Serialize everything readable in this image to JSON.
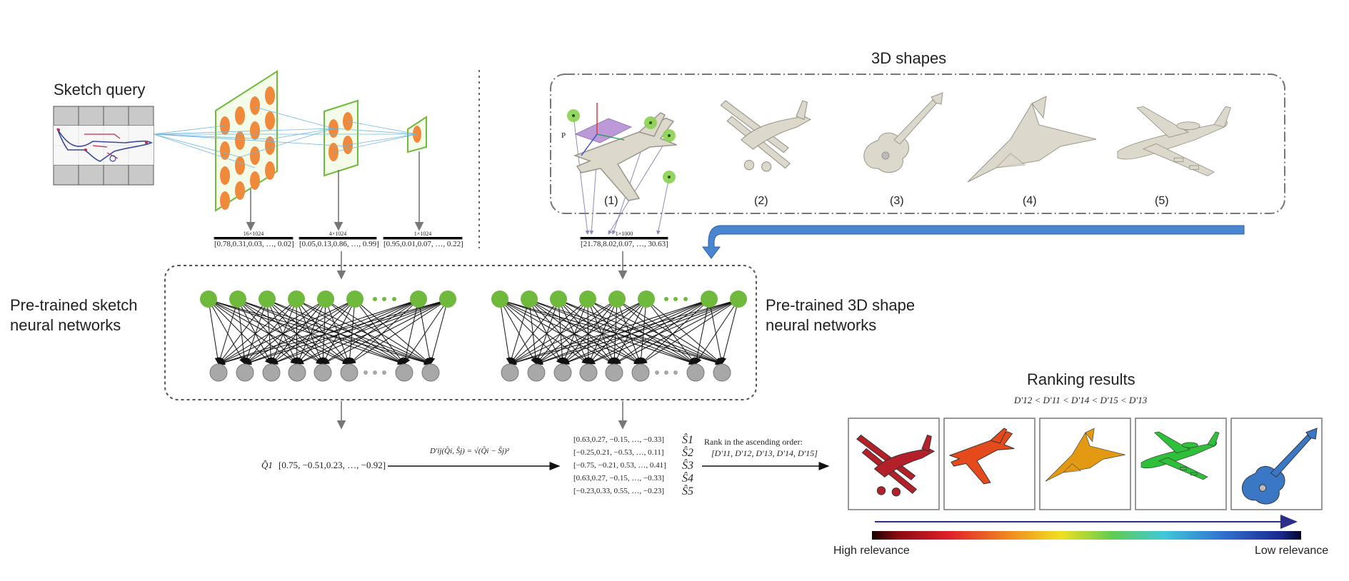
{
  "labels": {
    "sketch_query": "Sketch query",
    "shapes_3d": "3D shapes",
    "sketch_nn_line1": "Pre-trained sketch",
    "sketch_nn_line2": "neural networks",
    "shape_nn_line1": "Pre-trained 3D shape",
    "shape_nn_line2": "neural networks",
    "ranking_results": "Ranking results",
    "ranking_formula": "D′12 < D′11 < D′14 < D′15 < D′13",
    "high_relevance": "High relevance",
    "low_relevance": "Low relevance",
    "plane_label": "P"
  },
  "shapes": [
    {
      "number": "(1)",
      "kind": "jet"
    },
    {
      "number": "(2)",
      "kind": "biplane"
    },
    {
      "number": "(3)",
      "kind": "guitar"
    },
    {
      "number": "(4)",
      "kind": "stealth-jet"
    },
    {
      "number": "(5)",
      "kind": "airliner"
    }
  ],
  "feature_vectors": [
    {
      "dim": "16×1024",
      "vector": "[0.78,0.31,0.03, …, 0.02]"
    },
    {
      "dim": "4×1024",
      "vector": "[0.05,0.13,0.86, …, 0.99]"
    },
    {
      "dim": "1×1024",
      "vector": "[0.95,0.01,0.07, …, 0.22]"
    }
  ],
  "shape_vector": {
    "dim": "1×1000",
    "vector": "[21.78,8.02,0.07, …, 30.63]"
  },
  "query": {
    "symbol": "Q̂1",
    "vector": "[0.75, −0.51,0.23, …, −0.92]"
  },
  "distance_formula": "D′ij(Q̂i, Ŝj) = √(Q̂i − Ŝj)²",
  "shape_outputs": [
    {
      "vector": "[0.63,0.27, −0.15, …, −0.33]",
      "symbol": "Ŝ1"
    },
    {
      "vector": "[−0.25,0.21, −0.53, …, 0.11]",
      "symbol": "Ŝ2"
    },
    {
      "vector": "[−0.75, −0.21, 0.53, …, 0.41]",
      "symbol": "Ŝ3"
    },
    {
      "vector": "[0.63,0.27, −0.15, …, −0.33]",
      "symbol": "Ŝ4"
    },
    {
      "vector": "[−0.23,0.33, 0.55, …, −0.23]",
      "symbol": "Ŝ5"
    }
  ],
  "rank_text_line1": "Rank in the ascending order:",
  "rank_text_line2": "[D′11, D′12, D′13, D′14, D′15]",
  "ranked_results": [
    {
      "kind": "biplane",
      "color": "#b3202a"
    },
    {
      "kind": "jet",
      "color": "#e44a1c"
    },
    {
      "kind": "stealth-jet",
      "color": "#e39a12"
    },
    {
      "kind": "airliner",
      "color": "#2fbf3a"
    },
    {
      "kind": "guitar",
      "color": "#3a78c6"
    }
  ],
  "colors": {
    "accent_green": "#6fba3c",
    "node_gray": "#a8a8a8",
    "orange_map": "#ef8a3c",
    "arrow_blue": "#4a86d0",
    "scale_arrow": "#2b2f8a"
  }
}
